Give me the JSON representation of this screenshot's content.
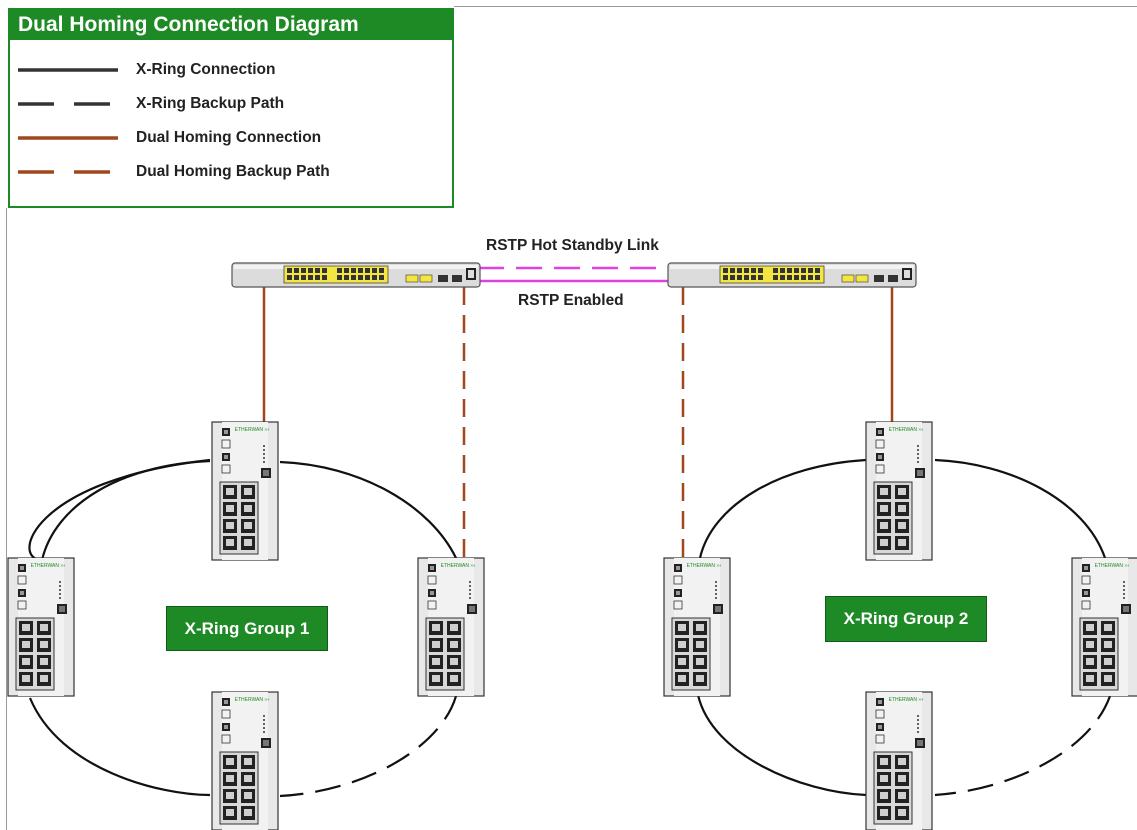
{
  "legend": {
    "title": "Dual Homing Connection Diagram",
    "items": [
      {
        "label": "X-Ring Connection",
        "color": "#333333",
        "style": "solid"
      },
      {
        "label": "X-Ring Backup Path",
        "color": "#333333",
        "style": "dashed"
      },
      {
        "label": "Dual Homing Connection",
        "color": "#a0471f",
        "style": "solid"
      },
      {
        "label": "Dual Homing Backup Path",
        "color": "#a0471f",
        "style": "dashed"
      }
    ]
  },
  "links": {
    "rstp_hot_standby": "RSTP Hot Standby Link",
    "rstp_enabled": "RSTP Enabled"
  },
  "groups": {
    "group1": "X-Ring Group 1",
    "group2": "X-Ring Group 2"
  },
  "colors": {
    "accent_green": "#1e8a26",
    "dual_homing": "#a0471f",
    "rstp_link": "#e040e0",
    "ring": "#111111"
  }
}
